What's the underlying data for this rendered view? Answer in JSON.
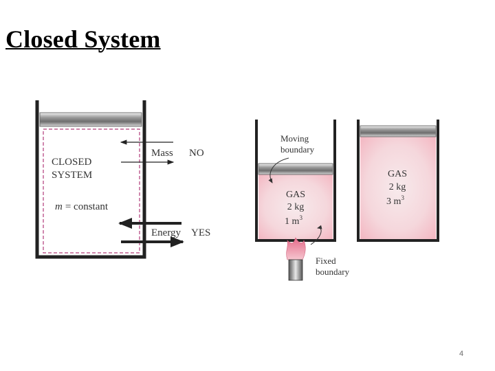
{
  "slide": {
    "title": "Closed System",
    "page_number": "4"
  },
  "left_diagram": {
    "system_label_line1": "CLOSED",
    "system_label_line2": "SYSTEM",
    "mass_expression": "= constant",
    "mass_symbol": "m",
    "mass_label": "Mass",
    "mass_answer": "NO",
    "energy_label": "Energy",
    "energy_answer": "YES"
  },
  "right_diagram": {
    "moving_boundary_line1": "Moving",
    "moving_boundary_line2": "boundary",
    "fixed_boundary_line1": "Fixed",
    "fixed_boundary_line2": "boundary",
    "cyl1_gas": "GAS",
    "cyl1_mass": "2 kg",
    "cyl1_volume": "1 m",
    "cyl1_volume_exp": "3",
    "cyl2_gas": "GAS",
    "cyl2_mass": "2 kg",
    "cyl2_volume": "3 m",
    "cyl2_volume_exp": "3"
  },
  "colors": {
    "gas_fill": "#f6c9d0",
    "gas_center": "#f7eaec",
    "boundary_dash": "#b03a78",
    "wall": "#222222"
  }
}
